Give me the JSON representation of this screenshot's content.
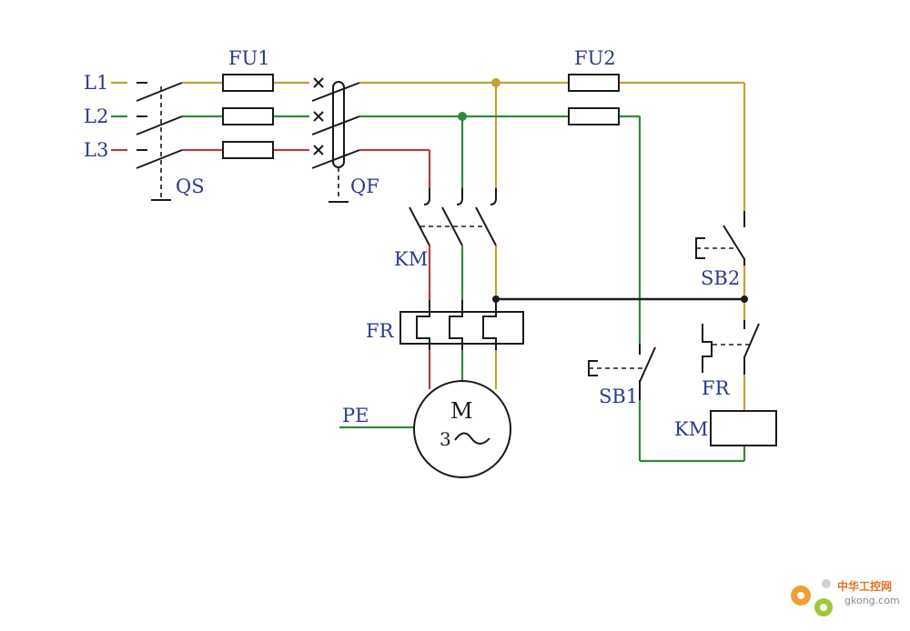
{
  "colors": {
    "phase_l1": "#c8a030",
    "phase_l2": "#2f8a3a",
    "phase_l3": "#b04040",
    "label": "#2b3a8c",
    "black": "#1a1a1a"
  },
  "labels": {
    "l1": "L1",
    "l2": "L2",
    "l3": "L3",
    "qs": "QS",
    "qf": "QF",
    "fu1": "FU1",
    "fu2": "FU2",
    "km_main": "KM",
    "fr_main": "FR",
    "motor_m": "M",
    "motor_phase": "3",
    "pe": "PE",
    "sb2": "SB2",
    "sb1": "SB1",
    "fr_aux": "FR",
    "km_coil": "KM"
  },
  "watermark": {
    "text_cn": "中华工控网",
    "text_en": "gkong.com"
  }
}
